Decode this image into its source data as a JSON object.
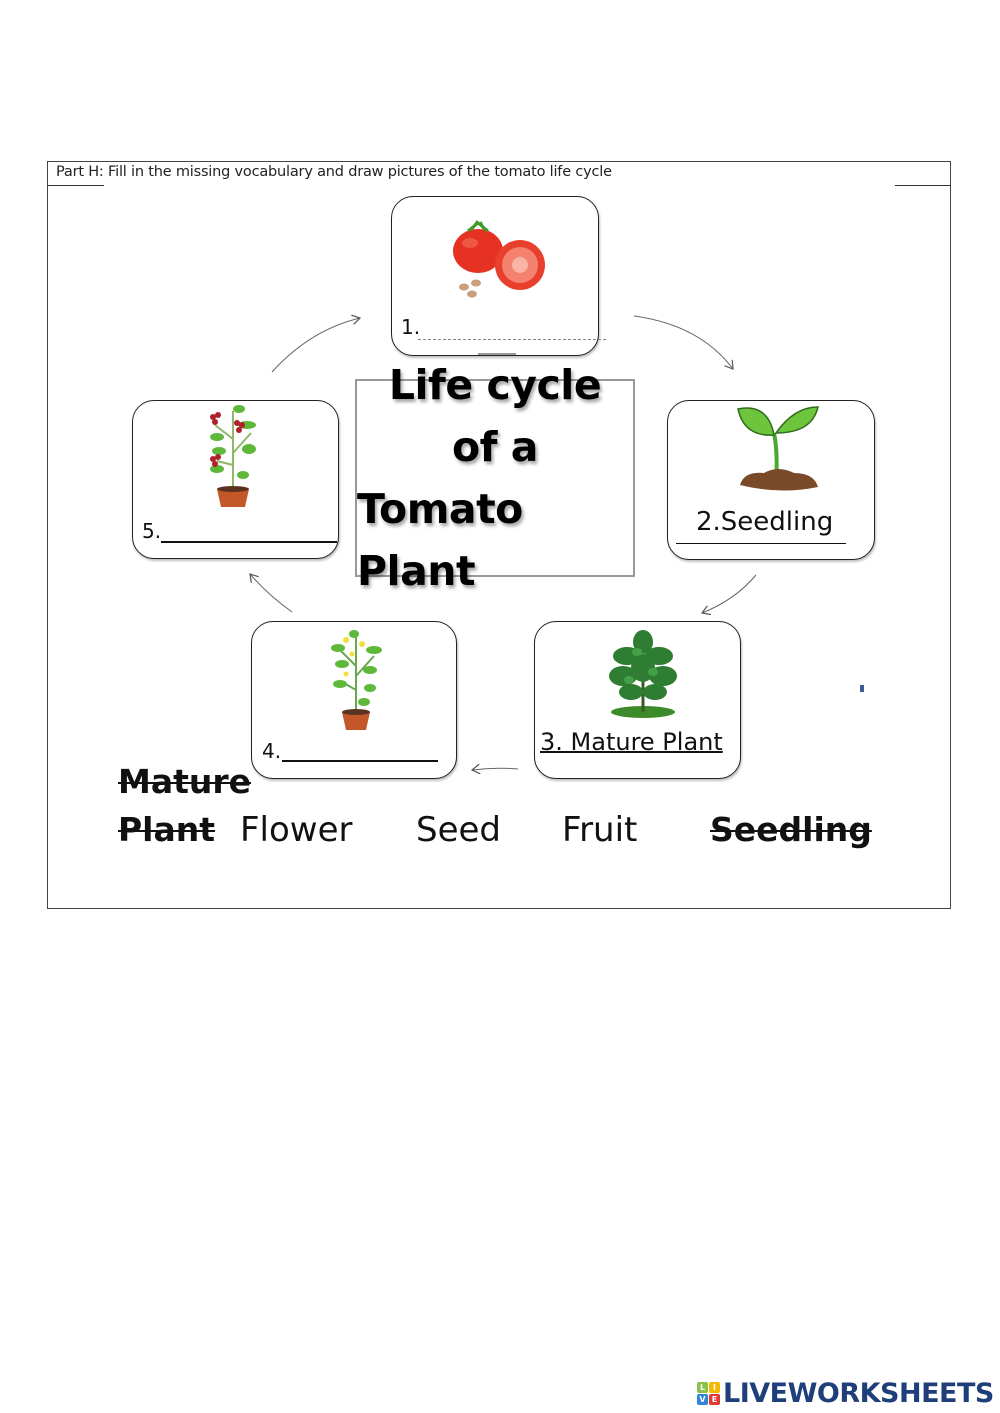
{
  "worksheet": {
    "instruction": "Part H: Fill in the missing vocabulary and draw pictures of the tomato life cycle",
    "title_lines": [
      "Life cycle",
      "of a",
      "Tomato Plant"
    ]
  },
  "stages": [
    {
      "number": "1.",
      "answer": "",
      "image": "tomato-fruit-with-seeds"
    },
    {
      "number": "2.",
      "answer": "Seedling",
      "image": "seedling-sprout"
    },
    {
      "number": "3.",
      "answer": "Mature Plant",
      "image": "mature-plant"
    },
    {
      "number": "4.",
      "answer": "",
      "image": "flowering-potted-plant"
    },
    {
      "number": "5.",
      "answer": "",
      "image": "fruiting-potted-plant"
    }
  ],
  "word_bank": [
    {
      "text_line1": "Mature",
      "text_line2": "Plant",
      "used": true
    },
    {
      "text": "Flower",
      "used": false
    },
    {
      "text": "Seed",
      "used": false
    },
    {
      "text": "Fruit",
      "used": false
    },
    {
      "text": "Seedling",
      "used": true
    }
  ],
  "stage_labels": {
    "s1": "1.",
    "s2": "2.Seedling",
    "s3": "3. Mature Plant",
    "s4": "4.",
    "s5": "5."
  },
  "footer": {
    "logo_tiles": [
      "L",
      "I",
      "V",
      "E"
    ],
    "logo_tile_colors": [
      "#8bc34a",
      "#f5b800",
      "#2f86d6",
      "#e53935"
    ],
    "brand": "LIVEWORKSHEETS"
  },
  "colors": {
    "brand_blue": "#1f3f7a",
    "tomato_red": "#e53222",
    "leaf_green": "#5bbf2e",
    "soil_brown": "#7a4a28",
    "pot_orange": "#c4572a"
  }
}
